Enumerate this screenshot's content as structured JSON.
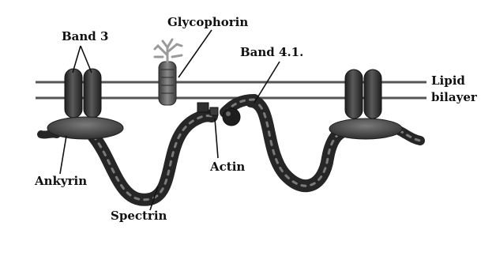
{
  "labels": {
    "band3": "Band 3",
    "glycophorin": "Glycophorin",
    "band41": "Band 4.1.",
    "lipid": "Lipid",
    "bilayer": "bilayer",
    "actin": "Actin",
    "ankyrin": "Ankyrin",
    "spectrin": "Spectrin"
  },
  "colors": {
    "membrane_line": "#555555",
    "protein_dark": "#2d2d2d",
    "protein_mid": "#4a4a4a",
    "spectrin_chain": "#262626",
    "spectrin_highlight": "#7a7a7a",
    "glycophorin_stalk": "#5a5a5a",
    "sugar_tree": "#9a9a9a"
  }
}
